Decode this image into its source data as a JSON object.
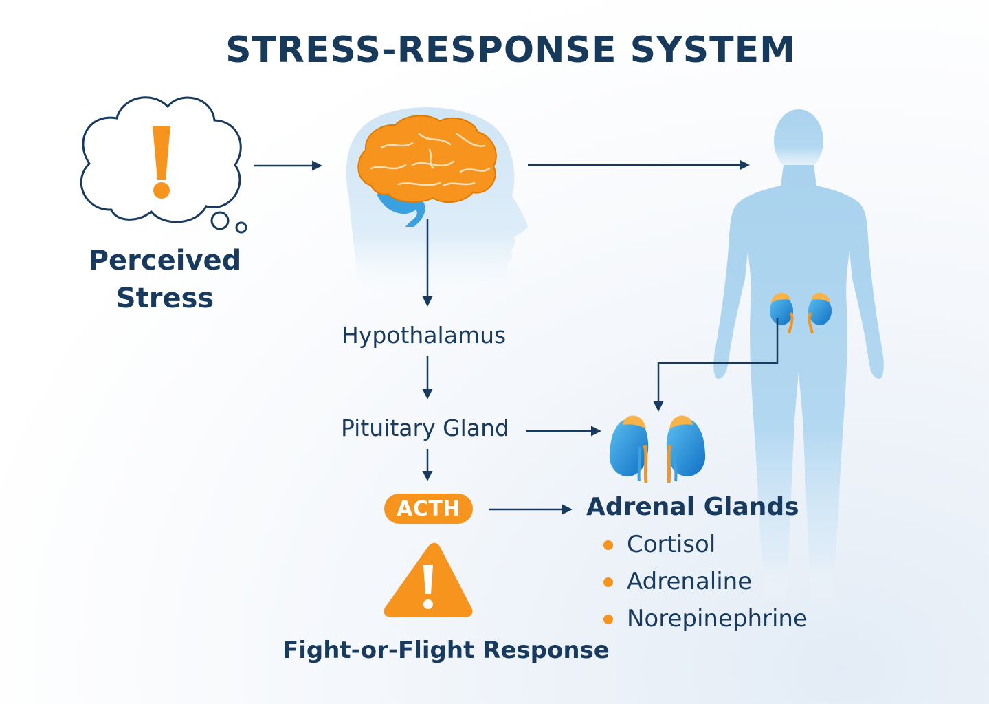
{
  "title": "STRESS-RESPONSE SYSTEM",
  "nodes": {
    "perceived_stress": {
      "line1": "Perceived",
      "line2": "Stress",
      "icon": "thought-cloud-exclamation-icon"
    },
    "brain": {
      "icon": "head-with-brain-icon"
    },
    "body": {
      "icon": "human-body-silhouette-icon"
    },
    "hypothalamus": "Hypothalamus",
    "pituitary": "Pituitary Gland",
    "acth": "ACTH",
    "fight_or_flight": {
      "label": "Fight-or-Flight Response",
      "icon": "warning-triangle-icon"
    },
    "adrenal": {
      "title": "Adrenal Glands",
      "icon": "adrenal-glands-icon",
      "hormones": [
        "Cortisol",
        "Adrenaline",
        "Norepinephrine"
      ]
    }
  },
  "colors": {
    "navy": "#173a5e",
    "orange": "#f7941d",
    "light_blue": "#a9d3ee",
    "kidney_blue": "#1f8fd8"
  }
}
